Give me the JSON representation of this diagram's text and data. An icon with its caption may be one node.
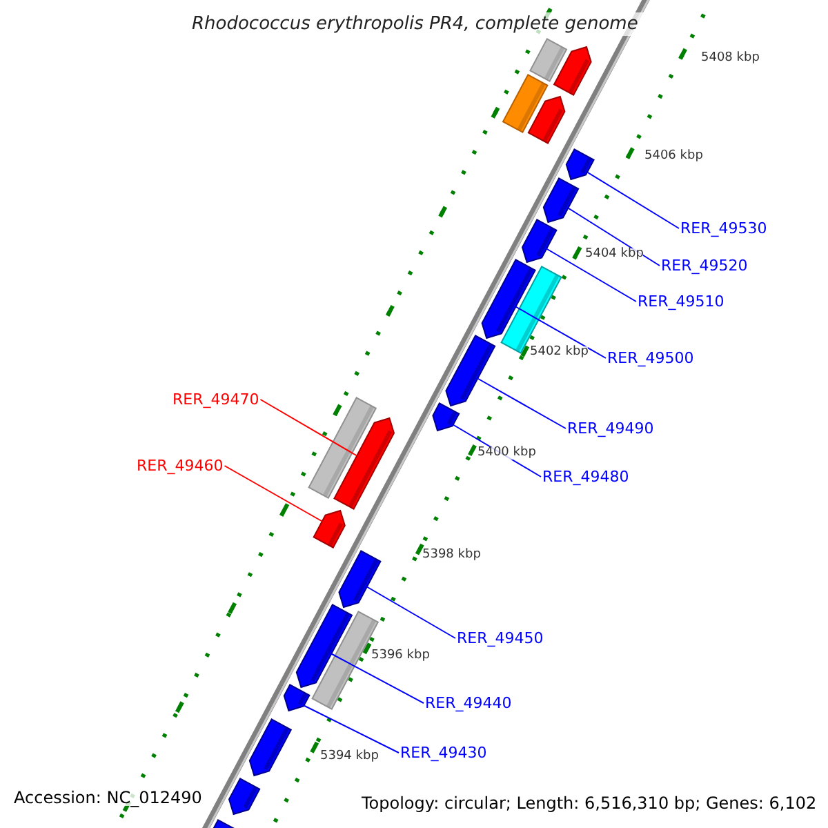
{
  "diagram": {
    "title": "Rhodococcus erythropolis PR4, complete genome",
    "nodes": [
      {
        "text": [
          "RER_49530"
        ]
      },
      {
        "text": [
          "RER_49520"
        ]
      },
      {
        "text": [
          "RER_49510"
        ]
      },
      {
        "text": [
          "RER_49500"
        ]
      },
      {
        "text": [
          "RER_49470"
        ]
      },
      {
        "text": [
          "RER_49490"
        ]
      },
      {
        "text": [
          "RER_49460"
        ]
      },
      {
        "text": [
          "RER_49480"
        ]
      },
      {
        "text": [
          "RER_49450"
        ]
      },
      {
        "text": [
          "RER_49440"
        ]
      },
      {
        "text": [
          "RER_49430"
        ]
      },
      {
        "text": [],
        "shape": "bar"
      },
      {
        "text": [],
        "shape": "bar"
      },
      {
        "text": [],
        "shape": "bar"
      },
      {
        "text": [],
        "shape": "bar"
      },
      {
        "text": [],
        "shape": "bar"
      },
      {
        "text": [],
        "shape": "bar"
      },
      {
        "text": [],
        "shape": "bar"
      },
      {
        "text": [],
        "shape": "bar"
      },
      {
        "text": [],
        "shape": "bar"
      },
      {
        "text": [],
        "shape": "bar"
      },
      {
        "text": [],
        "shape": "bar"
      },
      {
        "text": [],
        "shape": "bar"
      },
      {
        "text": [],
        "shape": "bar"
      },
      {
        "text": [],
        "shape": "bar"
      },
      {
        "text": [],
        "shape": "bar"
      },
      {
        "text": [],
        "shape": "bar"
      },
      {
        "text": [],
        "shape": "bar"
      },
      {
        "text": [],
        "shape": "bar"
      },
      {
        "text": [],
        "shape": "bar"
      },
      {
        "text": [],
        "shape": "bar"
      },
      {
        "text": [],
        "shape": "bar"
      }
    ],
    "edges": [
      {
        "from": 0,
        "to": 15,
        "arrow": "none"
      },
      {
        "from": 1,
        "to": 16,
        "arrow": "none"
      },
      {
        "from": 2,
        "to": 17,
        "arrow": "none"
      },
      {
        "from": 3,
        "to": 18,
        "arrow": "none"
      },
      {
        "from": 4,
        "to": 23,
        "arrow": "none",
        "color": "#ff0000"
      },
      {
        "from": 5,
        "to": 20,
        "arrow": "none"
      },
      {
        "from": 6,
        "to": 24,
        "arrow": "none",
        "color": "#ff0000"
      },
      {
        "from": 7,
        "to": 22,
        "arrow": "none"
      },
      {
        "from": 8,
        "to": 25,
        "arrow": "none"
      },
      {
        "from": 9,
        "to": 26,
        "arrow": "none"
      },
      {
        "from": 10,
        "to": 28,
        "arrow": "none"
      }
    ],
    "labels": [
      "5408 kbp",
      "5406 kbp",
      "5404 kbp",
      "5402 kbp",
      "5400 kbp",
      "5398 kbp",
      "5396 kbp",
      "5394 kbp",
      "Accession: NC_012490",
      "Topology: circular; Length: 6,516,310 bp; Genes: 6,102"
    ]
  }
}
